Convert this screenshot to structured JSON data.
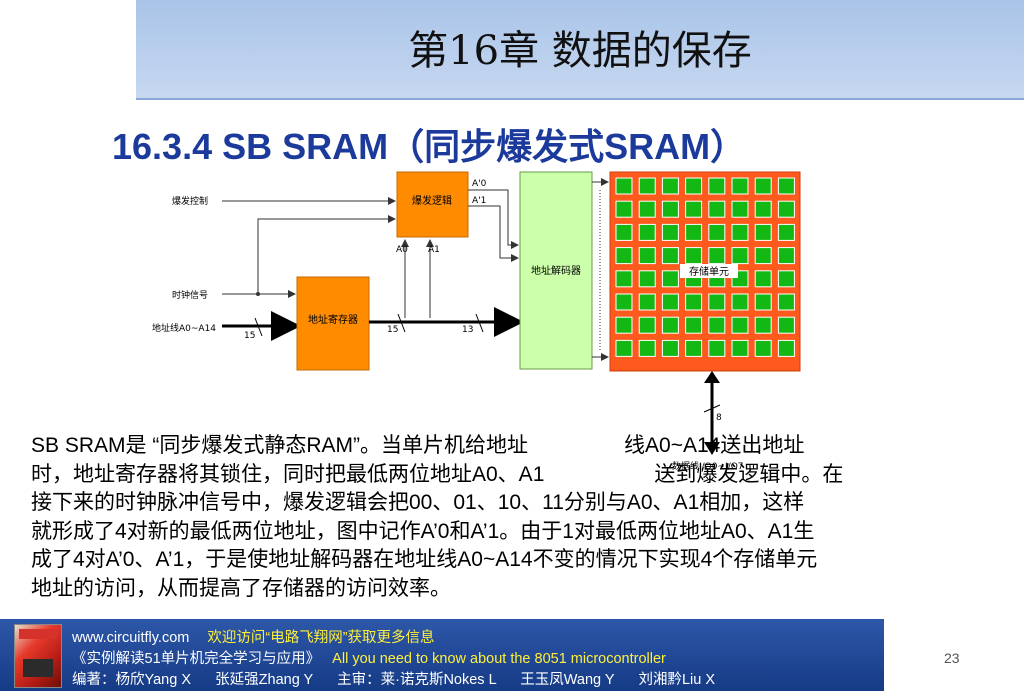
{
  "header": {
    "chapter_title": "第16章  数据的保存"
  },
  "section_title": "16.3.4 SB SRAM（同步爆发式SRAM）",
  "diagram": {
    "burst_control": "爆发控制",
    "burst_logic": "爆发逻辑",
    "clock_signal": "时钟信号",
    "address_register": "地址寄存器",
    "address_lines": "地址线A0~A14",
    "address_decoder": "地址解码器",
    "storage_cell": "存储单元",
    "a0_prime": "A'0",
    "a1_prime": "A'1",
    "a0": "A0",
    "a1": "A1",
    "bus_15_left": "15",
    "bus_15_mid": "15",
    "bus_13": "13",
    "bus_8": "8",
    "data_lines": "数据线I/O0~I/O7"
  },
  "paragraph": {
    "l1a": "SB SRAM是 “同步爆发式静态RAM”。当单片机给地址",
    "l1b": "线A0~A14送出地址",
    "l2a": "时，地址寄存器将其锁住，同时把最低两位地址A0、A1",
    "l2b": "送到爆发逻辑中。在",
    "l3": "接下来的时钟脉冲信号中，爆发逻辑会把00、01、10、11分别与A0、A1相加，这样",
    "l4": "就形成了4对新的最低两位地址，图中记作A’0和A’1。由于1对最低两位地址A0、A1生",
    "l5": "成了4对A’0、A’1，于是使地址解码器在地址线A0~A14不变的情况下实现4个存储单元",
    "l6": "地址的访问，从而提高了存储器的访问效率。"
  },
  "footer": {
    "url": "www.circuitfly.com",
    "welcome": "欢迎访问“电路飞翔网”获取更多信息",
    "book_cn": "《实例解读51单片机完全学习与应用》",
    "book_en": "All you need to know about the 8051 microcontroller",
    "authors": "编著：杨欣Yang X      张延强Zhang Y      主审：莱·诺克斯Nokes L      王玉凤Wang Y      刘湘黔Liu X",
    "page": "23"
  },
  "colors": {
    "orange": "#ff8c00",
    "green_block": "#ccffaa",
    "cell_green": "#14b814",
    "matrix_red": "#ff5a1e"
  }
}
